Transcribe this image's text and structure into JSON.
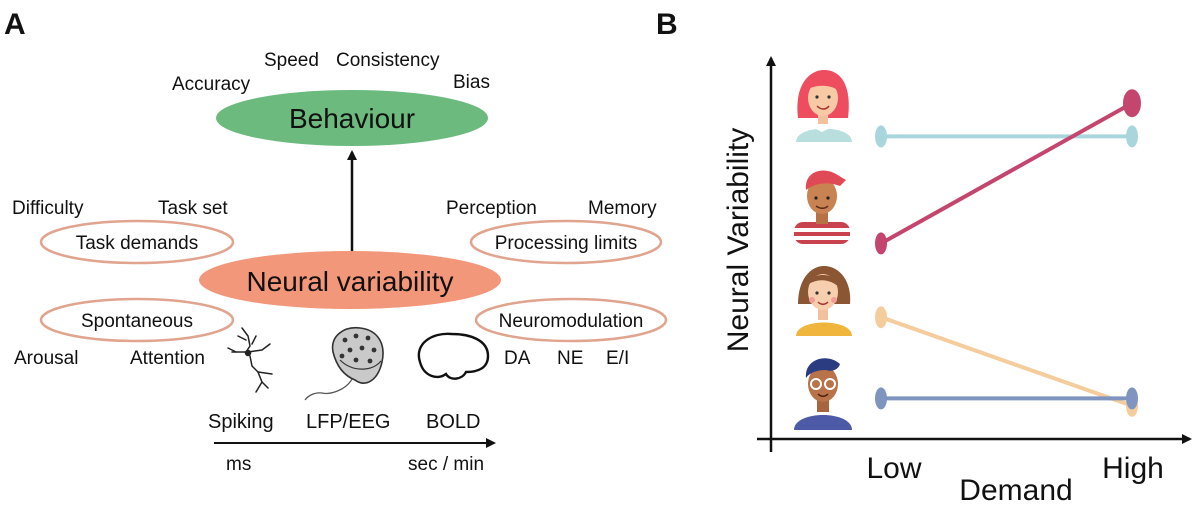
{
  "panels": {
    "a_label": "A",
    "b_label": "B"
  },
  "behaviour": {
    "label": "Behaviour",
    "attributes": [
      "Accuracy",
      "Speed",
      "Consistency",
      "Bias"
    ],
    "color": "#6dba7e"
  },
  "neural": {
    "label": "Neural variability",
    "color": "#f3977b"
  },
  "factors": {
    "task_demands": {
      "label": "Task demands",
      "tags": [
        "Difficulty",
        "Task set"
      ]
    },
    "processing_limits": {
      "label": "Processing limits",
      "tags": [
        "Perception",
        "Memory"
      ]
    },
    "spontaneous": {
      "label": "Spontaneous",
      "tags": [
        "Arousal",
        "Attention"
      ]
    },
    "neuromodulation": {
      "label": "Neuromodulation",
      "tags": [
        "DA",
        "NE",
        "E/I"
      ]
    },
    "outline_color": "#e0a48f"
  },
  "measures": {
    "labels": [
      "Spiking",
      "LFP/EEG",
      "BOLD"
    ],
    "scale_start": "ms",
    "scale_end": "sec / min",
    "icons": [
      "neuron-icon",
      "eeg-cap-icon",
      "brain-icon"
    ]
  },
  "chart_data": {
    "type": "line",
    "xlabel": "Demand",
    "ylabel": "Neural Variability",
    "categories": [
      "Low",
      "High"
    ],
    "ylim": [
      0,
      10
    ],
    "series": [
      {
        "values": [
          8.2,
          8.2
        ],
        "color": "#a9d6dc"
      },
      {
        "values": [
          5.3,
          9.1
        ],
        "color": "#c4466f"
      },
      {
        "values": [
          3.3,
          0.9
        ],
        "color": "#f5cc9c"
      },
      {
        "values": [
          1.1,
          1.1
        ],
        "color": "#7f95bf"
      }
    ],
    "avatars": [
      "avatar-red-hair-woman",
      "avatar-cap-boy",
      "avatar-brown-hair-woman",
      "avatar-glasses-man"
    ]
  }
}
